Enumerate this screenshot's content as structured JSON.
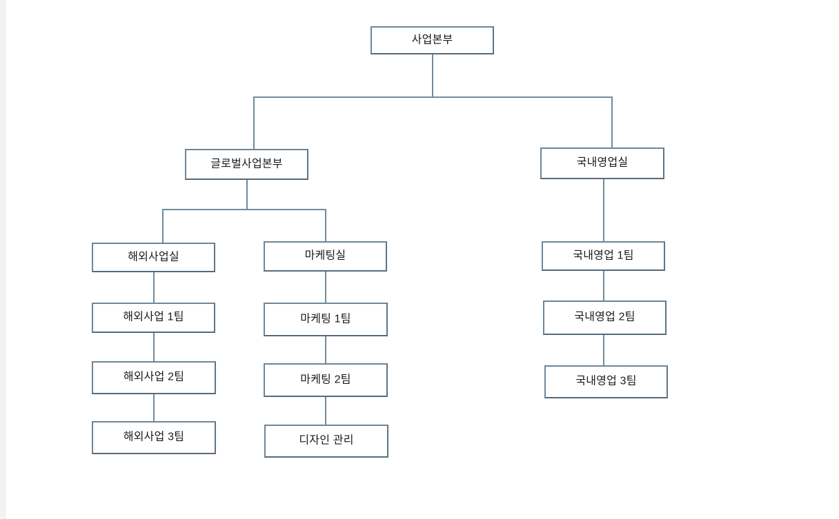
{
  "diagram": {
    "type": "org-chart",
    "title_node": "사업본부",
    "colors": {
      "box_border": "#6e8595",
      "connector": "#6d8c9c",
      "box_fill": "#ffffff",
      "background": "#ffffff",
      "text": "#1a1a1a"
    },
    "nodes": {
      "root": {
        "label": "사업본부",
        "level": 1
      },
      "global_div": {
        "label": "글로벌사업본부",
        "level": 2
      },
      "domestic_div": {
        "label": "국내영업실",
        "level": 2
      },
      "overseas_dept": {
        "label": "해외사업실",
        "level": 3
      },
      "marketing_dept": {
        "label": "마케팅실",
        "level": 3
      },
      "overseas_team_1": {
        "label": "해외사업 1팀",
        "level": 4
      },
      "overseas_team_2": {
        "label": "해외사업 2팀",
        "level": 4
      },
      "overseas_team_3": {
        "label": "해외사업 3팀",
        "level": 4
      },
      "marketing_team_1": {
        "label": "마케팅 1팀",
        "level": 4
      },
      "marketing_team_2": {
        "label": "마케팅 2팀",
        "level": 4
      },
      "design_mgmt": {
        "label": "디자인 관리",
        "level": 4
      },
      "domestic_team_1": {
        "label": "국내영업 1팀",
        "level": 3
      },
      "domestic_team_2": {
        "label": "국내영업 2팀",
        "level": 3
      },
      "domestic_team_3": {
        "label": "국내영업 3팀",
        "level": 3
      }
    },
    "edges": [
      {
        "from": "root",
        "to": "global_div"
      },
      {
        "from": "root",
        "to": "domestic_div"
      },
      {
        "from": "global_div",
        "to": "overseas_dept"
      },
      {
        "from": "global_div",
        "to": "marketing_dept"
      },
      {
        "from": "overseas_dept",
        "to": "overseas_team_1"
      },
      {
        "from": "overseas_team_1",
        "to": "overseas_team_2"
      },
      {
        "from": "overseas_team_2",
        "to": "overseas_team_3"
      },
      {
        "from": "marketing_dept",
        "to": "marketing_team_1"
      },
      {
        "from": "marketing_team_1",
        "to": "marketing_team_2"
      },
      {
        "from": "marketing_team_2",
        "to": "design_mgmt"
      },
      {
        "from": "domestic_div",
        "to": "domestic_team_1"
      },
      {
        "from": "domestic_team_1",
        "to": "domestic_team_2"
      },
      {
        "from": "domestic_team_2",
        "to": "domestic_team_3"
      }
    ]
  }
}
